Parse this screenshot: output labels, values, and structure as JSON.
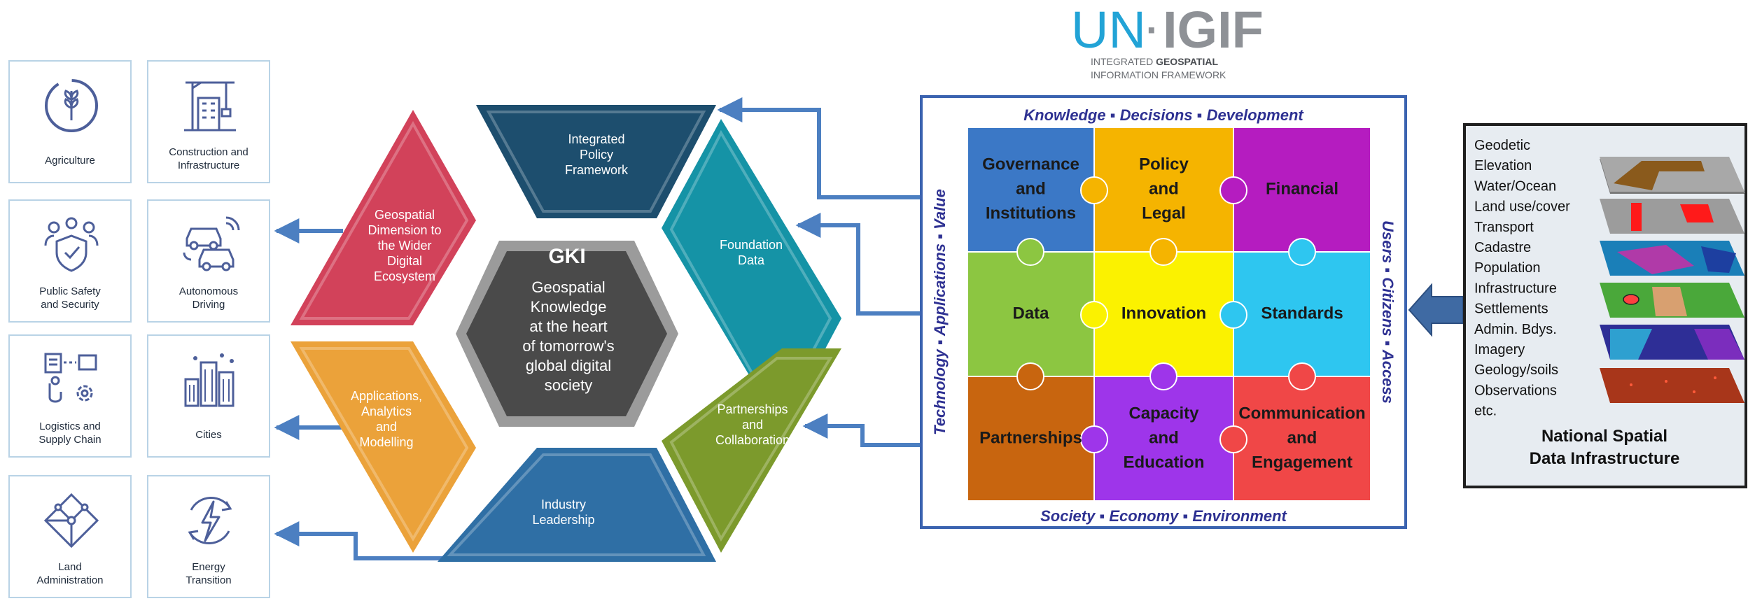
{
  "sectors": [
    {
      "label": "Agriculture",
      "icon": "wheat-icon"
    },
    {
      "label": "Construction and\nInfrastructure",
      "icon": "construction-crane-icon"
    },
    {
      "label": "Public Safety\nand Security",
      "icon": "shield-people-icon"
    },
    {
      "label": "Autonomous\nDriving",
      "icon": "autonomous-cars-icon"
    },
    {
      "label": "Logistics and\nSupply Chain",
      "icon": "logistics-icon"
    },
    {
      "label": "Cities",
      "icon": "city-buildings-icon"
    },
    {
      "label": "Land\nAdministration",
      "icon": "land-parcels-icon"
    },
    {
      "label": "Energy\nTransition",
      "icon": "energy-cycle-icon"
    }
  ],
  "gki": {
    "title": "GKI",
    "lines": [
      "Geospatial",
      "Knowledge",
      "at the heart",
      "of tomorrow's",
      "global digital",
      "society"
    ],
    "segments": [
      {
        "lines": [
          "Integrated",
          "Policy",
          "Framework"
        ],
        "color": "#1d4e6e"
      },
      {
        "lines": [
          "Foundation",
          "Data"
        ],
        "color": "#1593a6"
      },
      {
        "lines": [
          "Partnerships",
          "and",
          "Collaboration"
        ],
        "color": "#7c9a2c"
      },
      {
        "lines": [
          "Industry",
          "Leadership"
        ],
        "color": "#2f6fa5"
      },
      {
        "lines": [
          "Applications,",
          "Analytics",
          "and",
          "Modelling"
        ],
        "color": "#eba23a"
      },
      {
        "lines": [
          "Geospatial",
          "Dimension to",
          "the Wider",
          "Digital",
          "Ecosystem"
        ],
        "color": "#d2425a"
      }
    ]
  },
  "unigif": {
    "logo_un": "UN",
    "logo_dot": "·",
    "logo_igif": "IGIF",
    "subtitle_prefix": "INTEGRATED ",
    "subtitle_bold": "GEOSPATIAL",
    "subtitle_line2": "INFORMATION FRAMEWORK",
    "top_text": "Knowledge  ▪  Decisions  ▪  Development",
    "bottom_text": "Society  ▪  Economy  ▪  Environment",
    "left_text": "Technology  ▪  Applications  ▪  Value",
    "right_text": "Users  ▪  Citizens  ▪  Access",
    "pieces": [
      {
        "lines": [
          "Governance",
          "and",
          "Institutions"
        ],
        "color": "#3b78c6"
      },
      {
        "lines": [
          "Policy",
          "and",
          "Legal"
        ],
        "color": "#f5b400"
      },
      {
        "lines": [
          "Financial"
        ],
        "color": "#b51cc0"
      },
      {
        "lines": [
          "Data"
        ],
        "color": "#8cc641"
      },
      {
        "lines": [
          "Innovation"
        ],
        "color": "#fbf200"
      },
      {
        "lines": [
          "Standards"
        ],
        "color": "#2ec6f0"
      },
      {
        "lines": [
          "Partnerships"
        ],
        "color": "#c8650f"
      },
      {
        "lines": [
          "Capacity",
          "and",
          "Education"
        ],
        "color": "#9e35ea"
      },
      {
        "lines": [
          "Communication",
          "and",
          "Engagement"
        ],
        "color": "#f04747"
      }
    ]
  },
  "nsdi": {
    "layers": [
      "Geodetic",
      "Elevation",
      "Water/Ocean",
      "Land use/cover",
      "Transport",
      "Cadastre",
      "Population",
      "Infrastructure",
      "Settlements",
      "Admin. Bdys.",
      "Imagery",
      "Geology/soils",
      "Observations",
      "etc."
    ],
    "title_line1": "National Spatial",
    "title_line2": "Data Infrastructure"
  },
  "colors": {
    "connector": "#4c7fc1",
    "frame_text": "#2e3192",
    "logo_blue": "#22a3d6",
    "logo_gray": "#8e9196",
    "center": "#4a4a4a",
    "center_ring": "#9b9b9b"
  }
}
